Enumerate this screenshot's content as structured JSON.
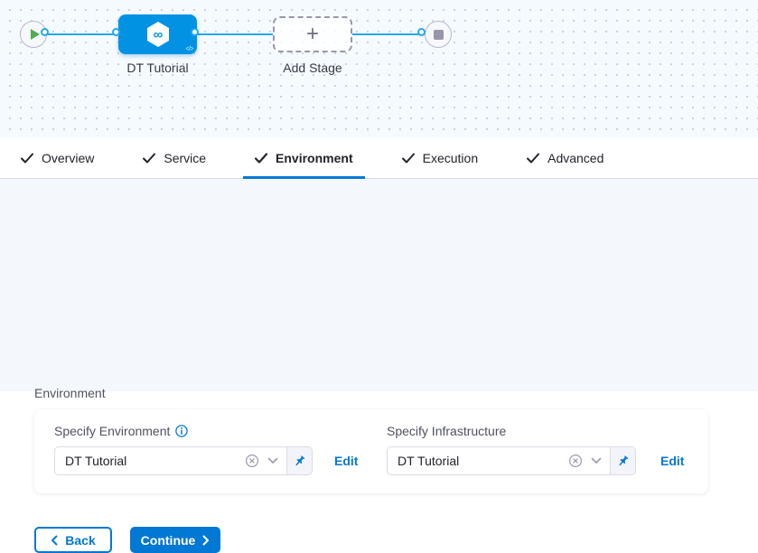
{
  "canvas": {
    "stage_label": "DT Tutorial",
    "add_stage_label": "Add Stage",
    "plus": "+",
    "infinity": "∞",
    "code_glyph": "</>"
  },
  "tabs": [
    {
      "label": "Overview",
      "checked": true,
      "active": false
    },
    {
      "label": "Service",
      "checked": true,
      "active": false
    },
    {
      "label": "Environment",
      "checked": true,
      "active": true
    },
    {
      "label": "Execution",
      "checked": true,
      "active": false
    },
    {
      "label": "Advanced",
      "checked": true,
      "active": false
    }
  ],
  "environment_section": {
    "title": "Environment",
    "environment_field": {
      "label": "Specify Environment",
      "value": "DT Tutorial",
      "edit": "Edit"
    },
    "infrastructure_field": {
      "label": "Specify Infrastructure",
      "value": "DT Tutorial",
      "edit": "Edit"
    }
  },
  "footer": {
    "back": "Back",
    "continue": "Continue"
  },
  "colors": {
    "primary_blue": "#0278d5",
    "node_blue": "#0292e4",
    "edge_blue": "#23a8f2",
    "play_green": "#4fae52",
    "canvas_bg": "#f5fafe",
    "content_bg": "#f4f7fc"
  }
}
